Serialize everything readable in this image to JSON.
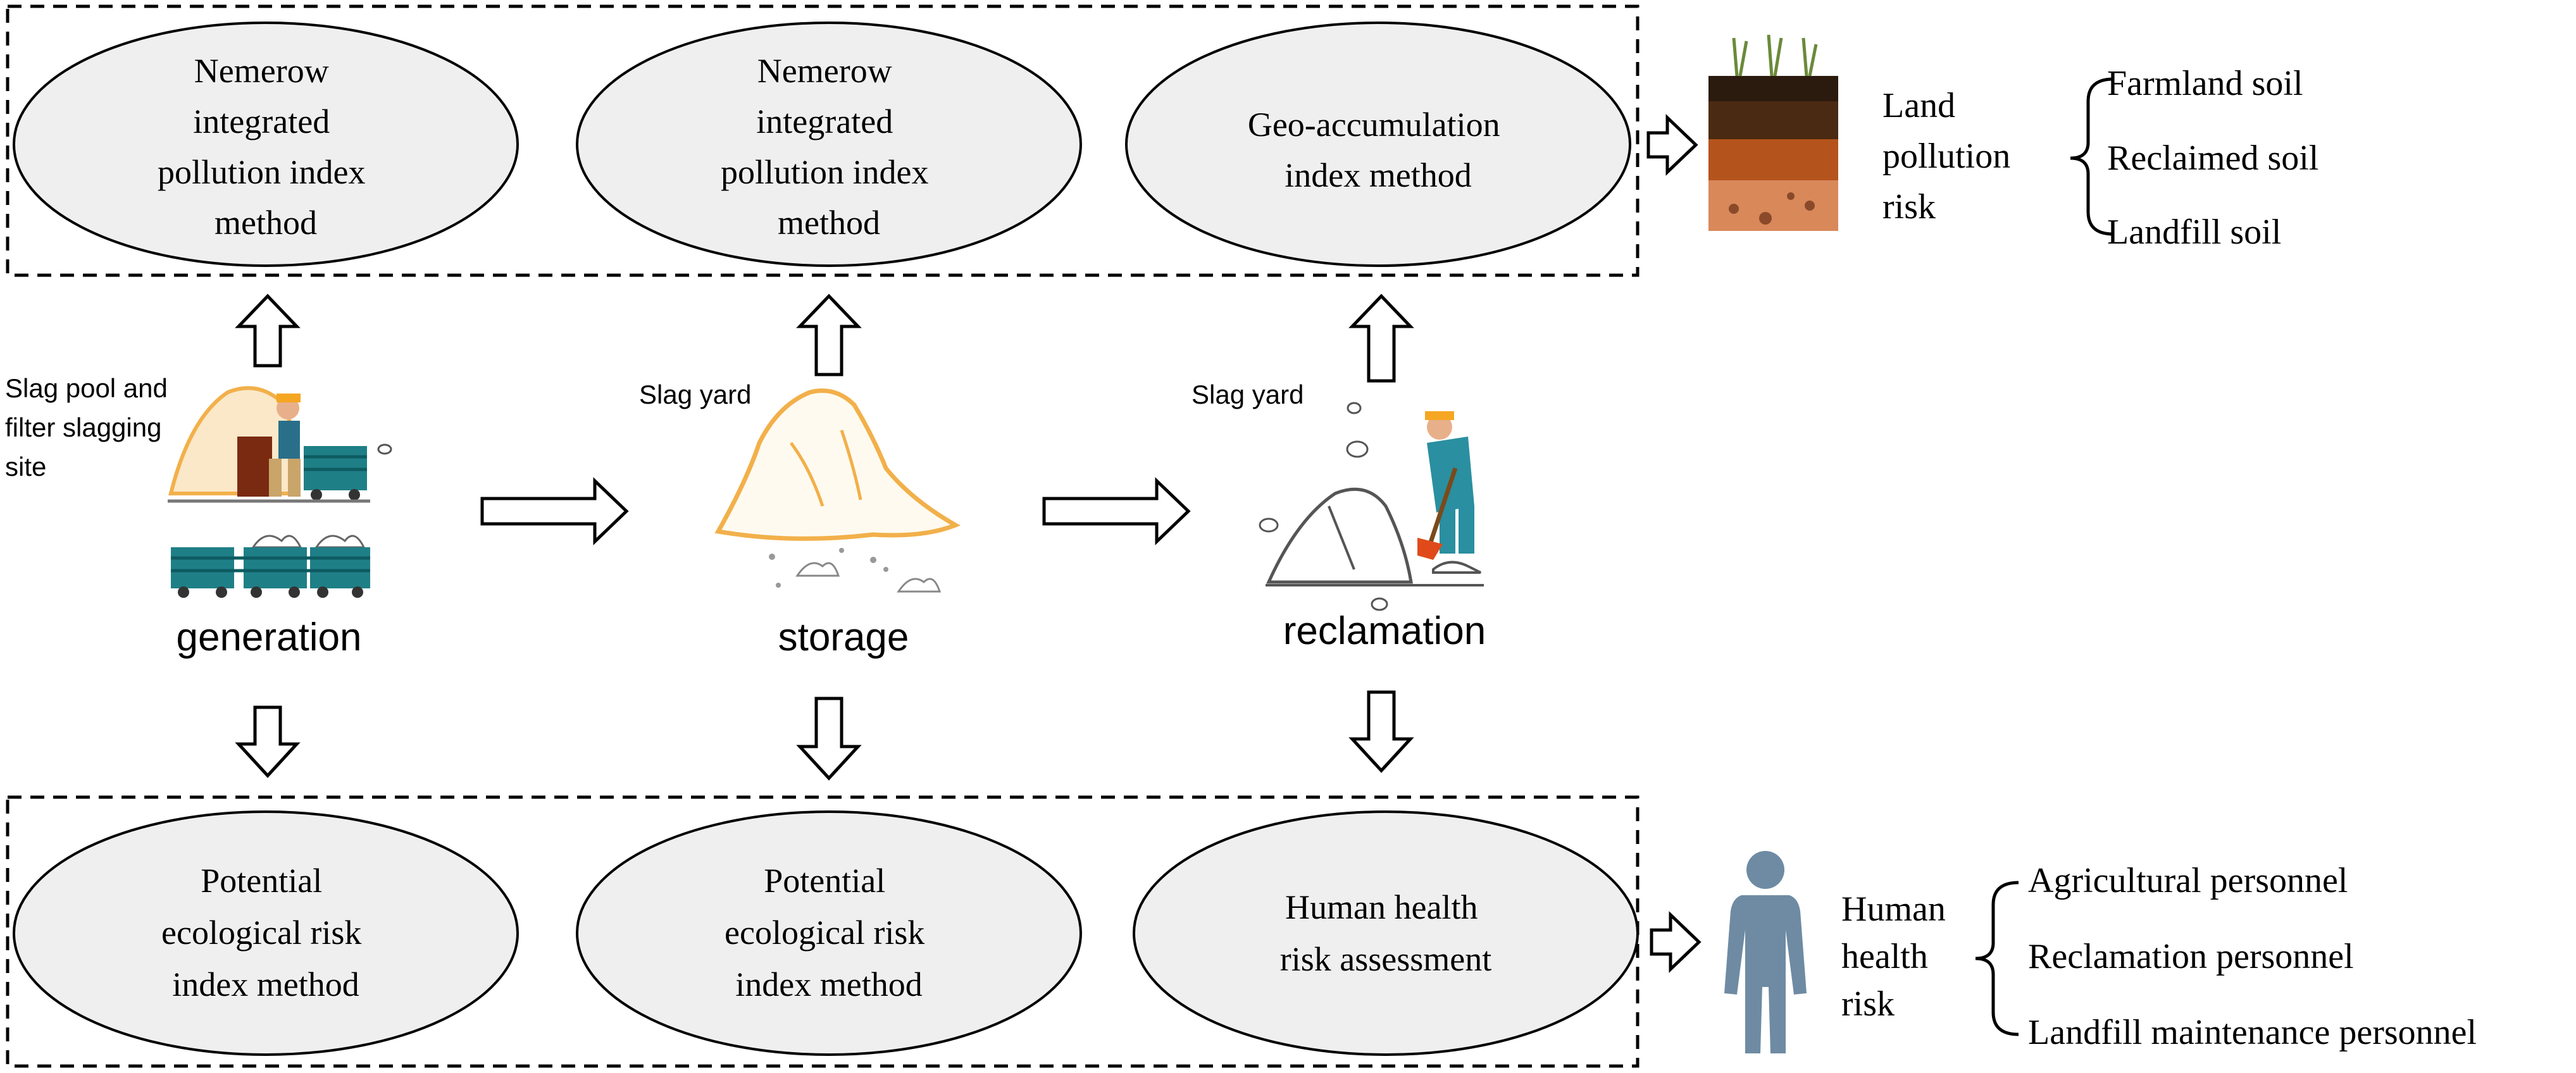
{
  "top_methods": [
    {
      "lines": [
        "Nemerow",
        "integrated",
        "pollution index",
        "method"
      ]
    },
    {
      "lines": [
        "Nemerow",
        "integrated",
        "pollution index",
        "method"
      ]
    },
    {
      "lines": [
        "Geo-accumulation",
        "index method"
      ]
    }
  ],
  "bottom_methods": [
    {
      "lines": [
        "Potential",
        "ecological risk",
        "index method"
      ]
    },
    {
      "lines": [
        "Potential",
        "ecological risk",
        "index method"
      ]
    },
    {
      "lines": [
        "Human health",
        "risk assessment"
      ]
    }
  ],
  "stages": [
    {
      "name": "generation",
      "site_lines": [
        "Slag pool and",
        "filter slagging",
        "site"
      ]
    },
    {
      "name": "storage",
      "site_lines": [
        "Slag yard"
      ]
    },
    {
      "name": "reclamation",
      "site_lines": [
        "Slag yard"
      ]
    }
  ],
  "land_risk": {
    "label_lines": [
      "Land",
      "pollution",
      "risk"
    ],
    "items": [
      "Farmland soil",
      "Reclaimed soil",
      "Landfill soil"
    ]
  },
  "human_risk": {
    "label_lines": [
      "Human",
      "health",
      "risk"
    ],
    "items": [
      "Agricultural personnel",
      "Reclamation personnel",
      "Landfill maintenance personnel"
    ]
  },
  "icons": {
    "soil": "soil-profile-icon",
    "human": "human-figure-icon",
    "generation": "mine-worker-cart-icon",
    "storage": "slag-pile-icon",
    "reclamation": "worker-shovel-rocks-icon"
  },
  "colors": {
    "ellipse_fill": "#efefef",
    "cart_teal": "#1f7f86",
    "slag_outline": "#f2b04a",
    "soil_dark": "#4a2a12",
    "soil_mid": "#b5531c",
    "soil_light": "#d9885a",
    "human_fill": "#6e8ba3"
  }
}
